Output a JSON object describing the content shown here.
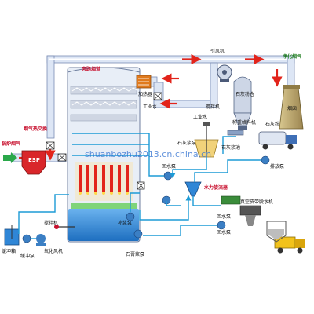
{
  "labels": {
    "bypass_flue": "旁路烟道",
    "induced_fan": "引风机",
    "clean_flue_gas": "净化烟气",
    "stack": "烟囱",
    "gas_heater": "烟气热交换",
    "heater": "加热器",
    "process_water_1": "工业水",
    "boiler_flue_gas": "锅炉烟气",
    "esp": "ESP",
    "agitator_1": "搅拌机",
    "limestone_silo": "石灰粉仓",
    "weighing_feeder": "称重给料机",
    "process_water_2": "工业水",
    "limestone_slurry_tank": "石灰浆池",
    "limestone_slurry_pump": "石灰浆泵",
    "limestone": "石灰粉",
    "discharge_pump": "排放泵",
    "return_pump_1": "回水泵",
    "hydrocyclone": "水力旋流器",
    "return_pump_2": "回水泵",
    "vacuum_belt": "真空皮带脱水机",
    "makeup_pump": "补浆泵",
    "agitator_2": "搅拌机",
    "oxidation_blower": "氧化风机",
    "gypsum_pump": "石膏浆泵",
    "return_pump_3": "回水泵",
    "flush_pump_1": "缓冲箱",
    "flush_pump_2": "缓冲泵",
    "watermark": "shuanbozhu2013.cn.china.cn"
  },
  "colors": {
    "duct": "#dde6f5",
    "duct_edge": "#7a8db5",
    "flow_arrow": "#e2241b",
    "slurry_pipe": "#1d9bd6",
    "tower_body": "#e8eef7",
    "tower_liquid": "#2f86d6",
    "stack": "#b7a36d",
    "esp": "#d9262a",
    "truck": "#f2c21b",
    "pump": "#3b7fc4"
  }
}
